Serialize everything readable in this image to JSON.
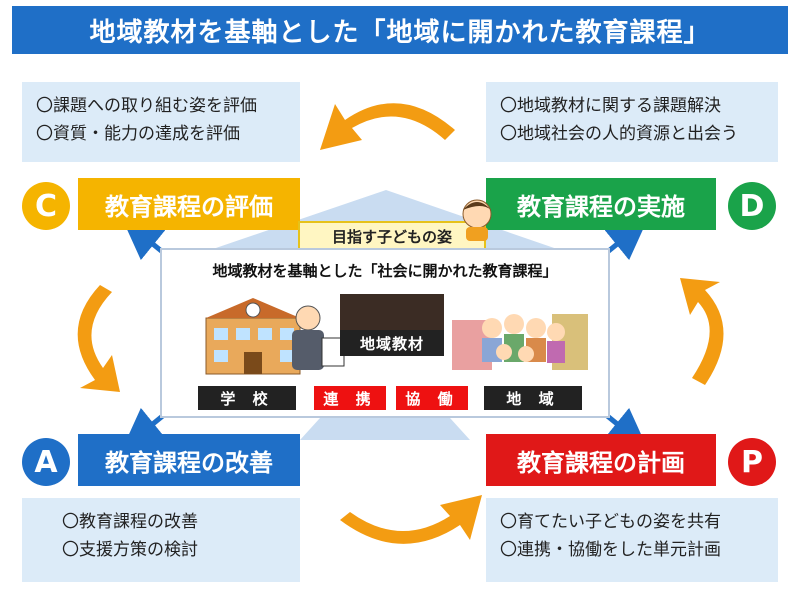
{
  "title": "地域教材を基軸とした「地域に開かれた教育課程」",
  "colors": {
    "title_bg": "#1f6fc7",
    "evaluation": "#f5b400",
    "implementation": "#1aa34a",
    "improvement": "#1f6fc7",
    "planning": "#e01818",
    "arrow": "#f39c12"
  },
  "phases": {
    "C": {
      "letter": "C",
      "label": "教育課程の評価",
      "notes": [
        "〇課題への取り組む姿を評価",
        "〇資質・能力の達成を評価"
      ]
    },
    "D": {
      "letter": "D",
      "label": "教育課程の実施",
      "notes": [
        "〇地域教材に関する課題解決",
        "〇地域社会の人的資源と出会う"
      ]
    },
    "A": {
      "letter": "A",
      "label": "教育課程の改善",
      "notes": [
        "〇教育課程の改善",
        "〇支援方策の検討"
      ]
    },
    "P": {
      "letter": "P",
      "label": "教育課程の計画",
      "notes": [
        "〇育てたい子どもの姿を共有",
        "〇連携・協働をした単元計画"
      ]
    }
  },
  "center": {
    "goal_banner": "目指す子どもの姿",
    "panel_title": "地域教材を基軸とした「社会に開かれた教育課程」",
    "material_label": "地域教材",
    "school_label": "学 校",
    "community_label": "地 域",
    "link_left": "連 携",
    "link_right": "協 働"
  }
}
